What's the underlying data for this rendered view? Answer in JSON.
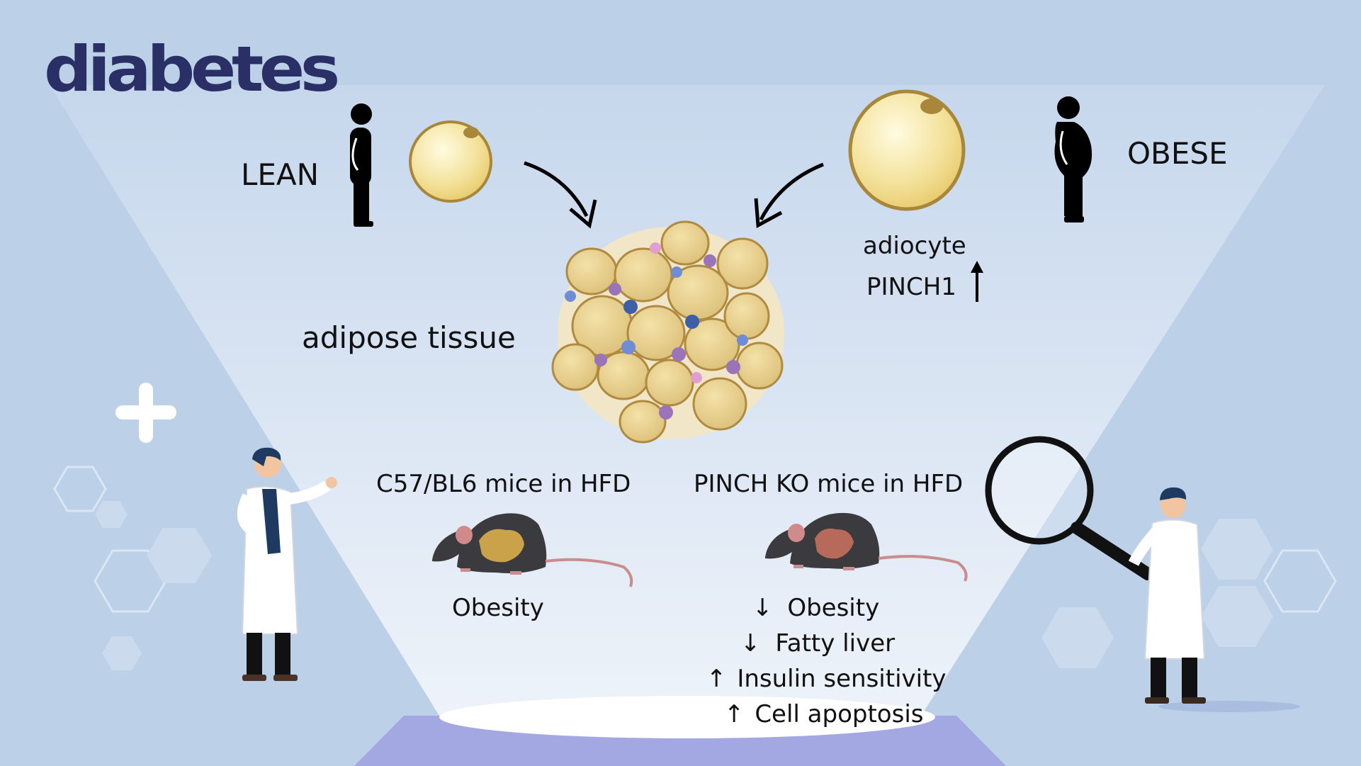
{
  "journal": "diabetes",
  "labels": {
    "lean": "LEAN",
    "obese": "OBESE",
    "adipose_tissue": "adipose tissue",
    "adipocyte": "adiocyte",
    "pinch1": "PINCH1"
  },
  "groups": {
    "control": {
      "title": "C57/BL6 mice in HFD",
      "outcomes": [
        "Obesity"
      ]
    },
    "knockout": {
      "title": "PINCH KO mice in HFD",
      "outcomes": [
        {
          "arrow": "↓",
          "text": "Obesity"
        },
        {
          "arrow": "↓",
          "text": "Fatty liver"
        },
        {
          "arrow": "↑",
          "text": "Insulin sensitivity"
        },
        {
          "arrow": "↑",
          "text": "Cell apoptosis"
        }
      ]
    }
  },
  "colors": {
    "background": "#bcd0e8",
    "beam": "#e8eff8",
    "logo": "#2a2f66",
    "adipocyte_fill": "#f4e39e",
    "platform": "#a4a8e2"
  }
}
